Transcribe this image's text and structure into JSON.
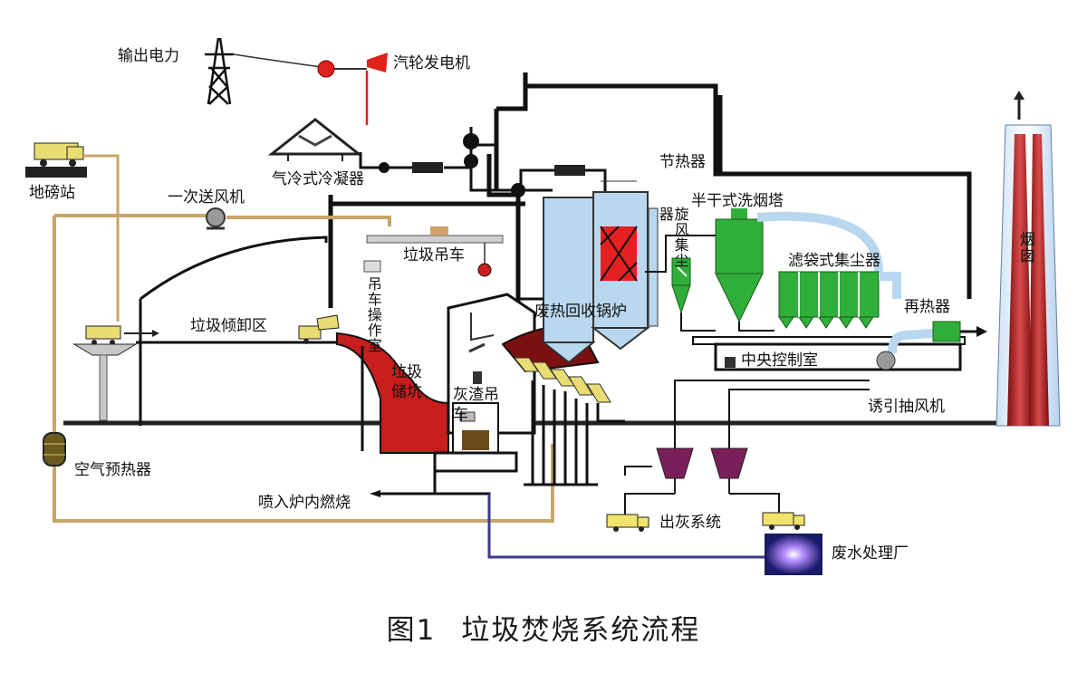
{
  "labels": {
    "power_output": "输出电力",
    "turbine_generator": "汽轮发电机",
    "air_condenser": "气冷式冷凝器",
    "weighbridge": "地磅站",
    "primary_fan": "一次送风机",
    "economizer": "节热器",
    "semi_dry_scrubber": "半干式洗烟塔",
    "cyclone": "旋风集尘器",
    "bag_filter": "滤袋式集尘器",
    "reheater": "再热器",
    "chimney": "烟囱",
    "waste_crane": "垃圾吊车",
    "crane_room": "吊车操作室",
    "tipping_area": "垃圾倾卸区",
    "waste_pit": "垃圾储坑",
    "waste_heat_boiler": "废热回收锅炉",
    "ash_crane": "灰渣吊车",
    "control_room": "中央控制室",
    "induced_fan": "诱引抽风机",
    "air_preheater": "空气预热器",
    "injection": "喷入炉内燃烧",
    "ash_system": "出灰系统",
    "wastewater": "废水处理厂"
  },
  "caption": {
    "number": "图1",
    "title": "垃圾焚烧系统流程"
  },
  "colors": {
    "pipe_dark": "#1a1a1a",
    "pipe_tan": "#c8a56a",
    "waste_red": "#c81e1e",
    "equipment_green": "#2fae3a",
    "boiler_blue": "#b9d7ee",
    "chimney_red": "#a02020",
    "hopper_purple": "#7a1f5a",
    "truck_yellow": "#f2e36b"
  }
}
